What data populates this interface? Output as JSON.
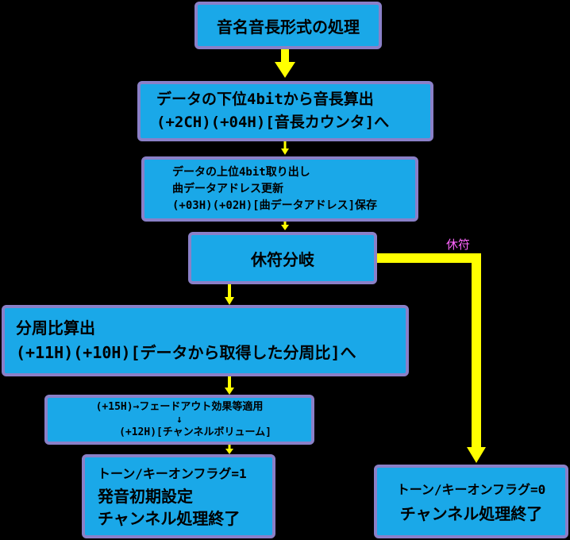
{
  "colors": {
    "box_fill": "#1aa8e8",
    "box_border": "#8a80c8",
    "arrow": "#ffff00",
    "label": "#ff66ff",
    "background": "#000000"
  },
  "nodes": {
    "n1": {
      "lines": [
        "音名音長形式の処理"
      ]
    },
    "n2": {
      "lines": [
        "データの下位4bitから音長算出",
        "(+2CH)(+04H)[音長カウンタ]へ"
      ]
    },
    "n3": {
      "lines": [
        "データの上位4bit取り出し",
        "曲データアドレス更新",
        "(+03H)(+02H)[曲データアドレス]保存"
      ]
    },
    "n4": {
      "lines": [
        "休符分岐"
      ]
    },
    "n5": {
      "lines": [
        "分周比算出",
        "(+11H)(+10H)[データから取得した分周比]へ"
      ]
    },
    "n6": {
      "lines": [
        "(+15H)→フェードアウト効果等適用",
        "↓",
        "(+12H)[チャンネルボリューム]"
      ]
    },
    "n7": {
      "lines": [
        "トーン/キーオンフラグ=1",
        "発音初期設定",
        "チャンネル処理終了"
      ]
    },
    "n8": {
      "lines": [
        "トーン/キーオンフラグ=0",
        "チャンネル処理終了"
      ]
    }
  },
  "edges": {
    "rest_label": "休符"
  }
}
